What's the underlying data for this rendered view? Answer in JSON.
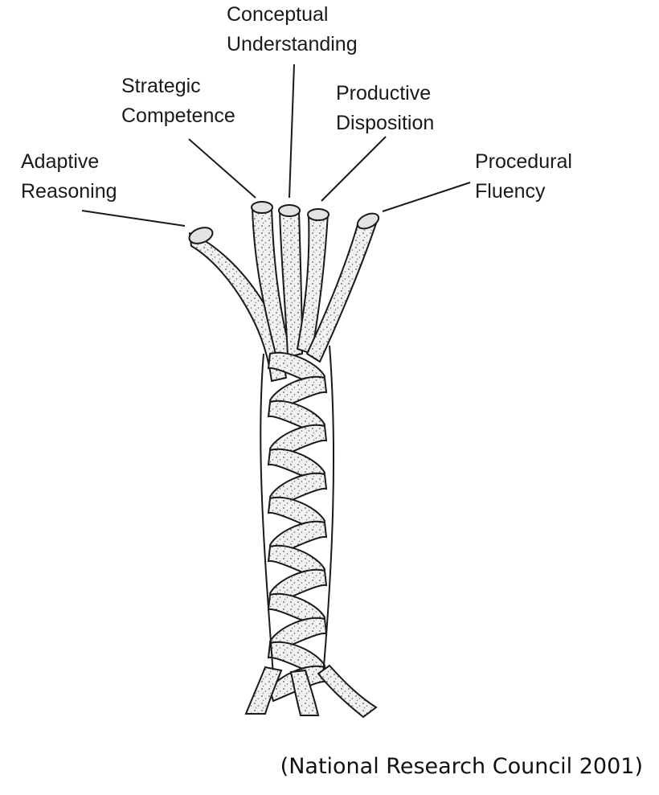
{
  "labels": {
    "conceptual": [
      "Conceptual",
      "Understanding"
    ],
    "strategic": [
      "Strategic",
      "Competence"
    ],
    "productive": [
      "Productive",
      "Disposition"
    ],
    "adaptive": [
      "Adaptive",
      "Reasoning"
    ],
    "procedural": [
      "Procedural",
      "Fluency"
    ]
  },
  "citation": "(National Research Council 2001)",
  "colors": {
    "strand_fill": "#f1f1f1",
    "strand_stroke": "#1a1a1a",
    "stipple": "#555555",
    "leader": "#1a1a1a"
  }
}
